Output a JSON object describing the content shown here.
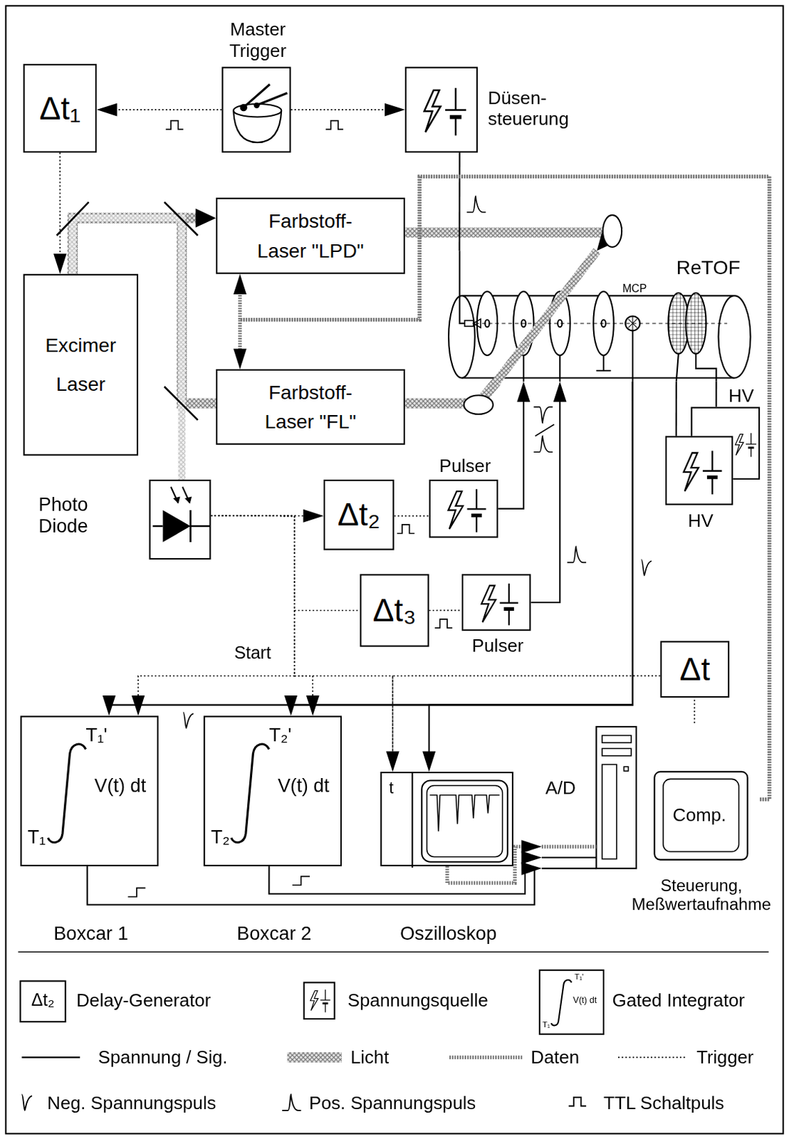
{
  "diagram": {
    "nodes": [
      {
        "text": [
          "Δt₁"
        ]
      },
      {
        "text": [
          "Master Trigger"
        ]
      },
      {
        "text": [
          "Düsen- steuerung"
        ]
      },
      {
        "text": [
          "Excimer Laser"
        ]
      },
      {
        "text": [
          "Farbstoff- Laser \"LPD\""
        ]
      },
      {
        "text": [
          "Farbstoff- Laser \"FL\""
        ]
      },
      {
        "text": [
          "ReTOF"
        ]
      },
      {
        "text": [
          "Photo Diode"
        ]
      },
      {
        "text": [
          "Δt₂"
        ]
      },
      {
        "text": [
          "Pulser"
        ]
      },
      {
        "text": [
          "Δt₃"
        ]
      },
      {
        "text": [
          "Pulser"
        ]
      },
      {
        "text": [
          "HV"
        ]
      },
      {
        "text": [
          "HV"
        ]
      },
      {
        "text": [
          "Δt"
        ]
      },
      {
        "text": [
          "T₁'",
          "V(t) dt",
          "T₁",
          "Boxcar 1"
        ]
      },
      {
        "text": [
          "T₂'",
          "V(t) dt",
          "T₂",
          "Boxcar 2"
        ]
      },
      {
        "text": [
          "t",
          "Oszilloskop"
        ]
      },
      {
        "text": [
          "A/D",
          "Comp.",
          "Steuerung, Meßwertaufnahme"
        ]
      }
    ],
    "edges": [
      {
        "from": 1,
        "to": 0,
        "arrow": "to"
      },
      {
        "from": 1,
        "to": 2,
        "arrow": "to"
      },
      {
        "from": 0,
        "to": 3,
        "arrow": "to"
      },
      {
        "from": 3,
        "to": 4,
        "arrow": "to"
      },
      {
        "from": 3,
        "to": 5,
        "arrow": "none"
      },
      {
        "from": 3,
        "to": 7,
        "arrow": "none"
      },
      {
        "from": 4,
        "to": 6,
        "arrow": "to"
      },
      {
        "from": 5,
        "to": 6,
        "arrow": "none"
      },
      {
        "from": 2,
        "to": 6,
        "arrow": "none"
      },
      {
        "from": 18,
        "to": 4,
        "arrow": "to"
      },
      {
        "from": 18,
        "to": 5,
        "arrow": "to"
      },
      {
        "from": 7,
        "to": 8,
        "arrow": "to"
      },
      {
        "from": 7,
        "to": 10,
        "arrow": "none"
      },
      {
        "from": 7,
        "to": 15,
        "arrow": "to"
      },
      {
        "from": 7,
        "to": 16,
        "arrow": "to"
      },
      {
        "from": 7,
        "to": 17,
        "arrow": "to"
      },
      {
        "from": 8,
        "to": 9,
        "arrow": "none"
      },
      {
        "from": 9,
        "to": 6,
        "arrow": "to"
      },
      {
        "from": 10,
        "to": 11,
        "arrow": "none"
      },
      {
        "from": 11,
        "to": 6,
        "arrow": "to"
      },
      {
        "from": 6,
        "to": 15,
        "arrow": "to"
      },
      {
        "from": 6,
        "to": 16,
        "arrow": "to"
      },
      {
        "from": 6,
        "to": 17,
        "arrow": "to"
      },
      {
        "from": 13,
        "to": 6,
        "arrow": "none"
      },
      {
        "from": 12,
        "to": 6,
        "arrow": "none"
      },
      {
        "from": 15,
        "to": 18,
        "arrow": "to"
      },
      {
        "from": 16,
        "to": 18,
        "arrow": "to"
      },
      {
        "from": 17,
        "to": 18,
        "arrow": "to"
      },
      {
        "from": 18,
        "to": 14,
        "arrow": "none"
      },
      {
        "from": 14,
        "to": 17,
        "arrow": "none"
      }
    ],
    "labels": [
      "MCP",
      "Start",
      "Δt₂",
      "T₁'",
      "V(t) dt",
      "T₁"
    ],
    "legend": [
      {
        "text": "Delay-Generator"
      },
      {
        "text": "Spannungsquelle"
      },
      {
        "text": "Gated Integrator"
      },
      {
        "text": "Spannung / Sig."
      },
      {
        "text": "Licht"
      },
      {
        "text": "Daten"
      },
      {
        "text": "Trigger"
      },
      {
        "text": "Neg. Spannungspuls"
      },
      {
        "text": "Pos. Spannungspuls"
      },
      {
        "text": "TTL Schaltpuls"
      }
    ]
  }
}
